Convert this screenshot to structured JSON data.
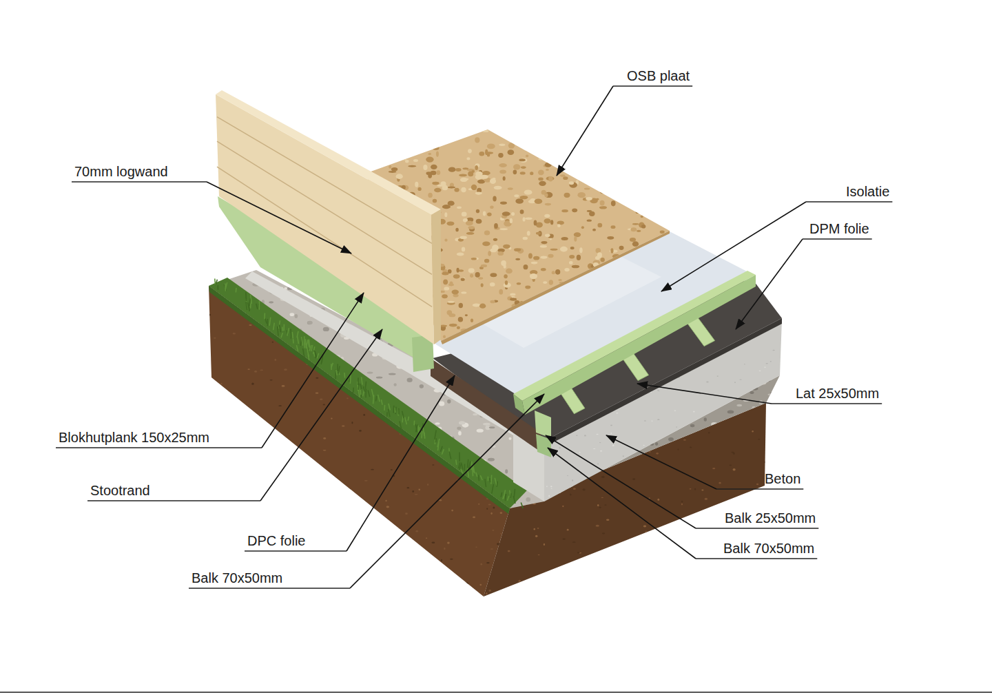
{
  "diagram": {
    "labels": [
      "OSB plaat",
      "70mm logwand",
      "Isolatie",
      "DPM folie",
      "Lat 25x50mm",
      "Blokhutplank 150x25mm",
      "Beton",
      "Stootrand",
      "Balk 25x50mm",
      "DPC folie",
      "Balk 70x50mm",
      "Balk 70x50mm"
    ]
  }
}
